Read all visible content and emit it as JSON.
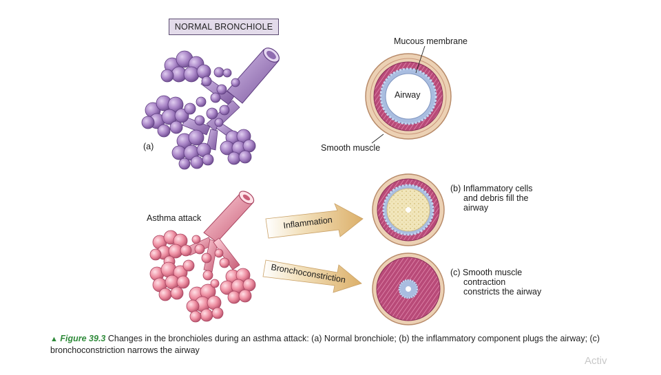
{
  "title": "NORMAL BRONCHIOLE",
  "labels": {
    "panel_a": "(a)",
    "mucous_membrane": "Mucous membrane",
    "airway": "Airway",
    "smooth_muscle": "Smooth muscle",
    "asthma_attack": "Asthma attack"
  },
  "arrows": {
    "inflammation": "Inflammation",
    "bronchoconstriction": "Bronchoconstriction"
  },
  "panel_b": {
    "line1": "(b) Inflammatory cells",
    "line2": "and debris fill the",
    "line3": "airway"
  },
  "panel_c": {
    "line1": "(c) Smooth muscle",
    "line2": "contraction",
    "line3": "constricts the airway"
  },
  "caption": {
    "marker": "▲",
    "figure": "Figure 39.3",
    "text": "Changes in the bronchioles during an asthma attack: (a) Normal bronchiole; (b) the inflammatory component plugs the airway; (c) bronchoconstriction narrows the airway"
  },
  "watermark": "Activ",
  "colors": {
    "normal_lung": "#b08fcc",
    "asthma_lung": "#ef8fa3",
    "mucosa": "#a83a6a",
    "smooth_muscle_ring": "#e8c7a8",
    "epithelium": "#9fb4d4",
    "debris": "#efe2b0",
    "arrow": "#e9c98a",
    "figure_green": "#2f8a3a"
  }
}
